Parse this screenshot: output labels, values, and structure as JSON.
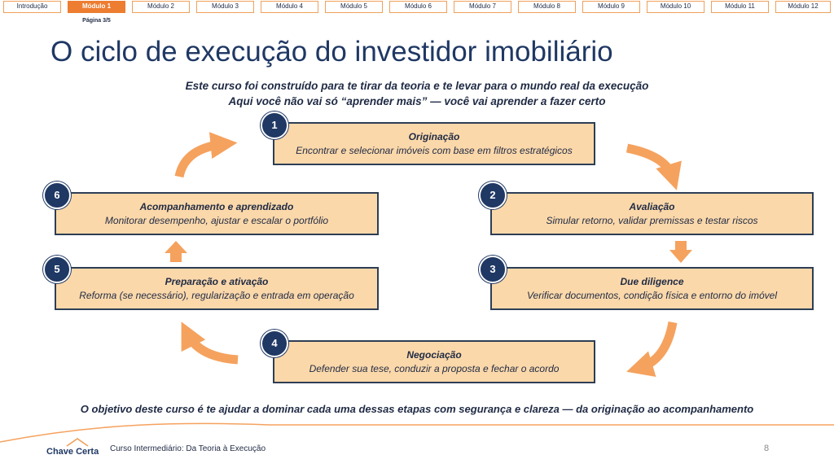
{
  "nav": {
    "tabs": [
      {
        "label": "Introdução",
        "active": false
      },
      {
        "label": "Módulo 1",
        "active": true
      },
      {
        "label": "Módulo 2",
        "active": false
      },
      {
        "label": "Módulo 3",
        "active": false
      },
      {
        "label": "Módulo 4",
        "active": false
      },
      {
        "label": "Módulo 5",
        "active": false
      },
      {
        "label": "Módulo 6",
        "active": false
      },
      {
        "label": "Módulo 7",
        "active": false
      },
      {
        "label": "Módulo 8",
        "active": false
      },
      {
        "label": "Módulo 9",
        "active": false
      },
      {
        "label": "Módulo 10",
        "active": false
      },
      {
        "label": "Módulo 11",
        "active": false
      },
      {
        "label": "Módulo 12",
        "active": false
      }
    ],
    "page_indicator": "Página 3/5"
  },
  "slide": {
    "title": "O ciclo de execução do investidor imobiliário",
    "subtitle_line1": "Este curso foi construído para te tirar da teoria e te levar para o mundo real da execução",
    "subtitle_line2": "Aqui você não vai só “aprender mais” — você vai aprender a fazer certo",
    "steps": [
      {
        "number": "1",
        "title": "Originação",
        "description": "Encontrar e selecionar imóveis com base em filtros estratégicos"
      },
      {
        "number": "2",
        "title": "Avaliação",
        "description": "Simular retorno, validar premissas e testar riscos"
      },
      {
        "number": "3",
        "title": "Due diligence",
        "description": "Verificar documentos, condição física e entorno do imóvel"
      },
      {
        "number": "4",
        "title": "Negociação",
        "description": "Defender sua tese, conduzir a proposta e fechar o acordo"
      },
      {
        "number": "5",
        "title": "Preparação e ativação",
        "description": "Reforma (se necessário), regularização e entrada em operação"
      },
      {
        "number": "6",
        "title": "Acompanhamento e aprendizado",
        "description": "Monitorar desempenho, ajustar e escalar o portfólio"
      }
    ],
    "objective": "O objetivo deste curso é te ajudar a dominar cada uma dessas etapas com segurança e clareza — da originação ao acompanhamento"
  },
  "footer": {
    "brand": "Chave Certa",
    "course": "Curso Intermediário: Da Teoria à Execução",
    "page_number": "8"
  },
  "colors": {
    "accent": "#ed7d31",
    "box_fill": "#fbd8aa",
    "box_border": "#2d3e55",
    "badge": "#1f3864"
  }
}
